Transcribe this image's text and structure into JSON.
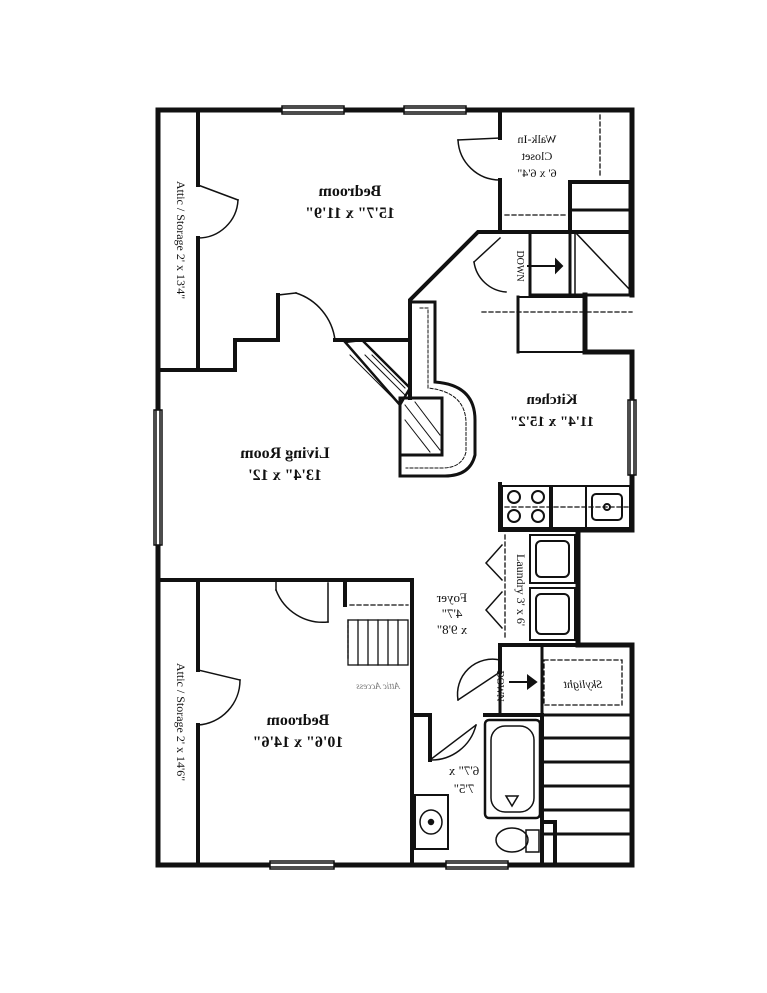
{
  "rooms": {
    "bedroom_top": {
      "name": "Bedroom",
      "size": "15'7\" x 11'9\""
    },
    "walk_in_closet": {
      "line1": "Walk-In",
      "line2": "Closet",
      "line3": "6' x 6'4\""
    },
    "living_room": {
      "name": "Living Room",
      "size": "13'4\" x 12'"
    },
    "kitchen": {
      "name": "Kitchen",
      "size": "11'4\" x 15'2\""
    },
    "bedroom_bottom": {
      "name": "Bedroom",
      "size": "10'6\" x 14'6\""
    },
    "foyer": {
      "name": "Foyer",
      "line2": "4'7\"",
      "line3": "x 9'8\""
    },
    "laundry": {
      "text": "Laundry 3' x 6'"
    },
    "bath": {
      "line1": "6'7\" x",
      "line2": "7'5\""
    },
    "attic_top": {
      "text": "Attic / Storage 2' x 13'4\""
    },
    "attic_bottom": {
      "text": "Attic / Storage 2' x 14'6\""
    },
    "attic_access": {
      "text": "Attic Access"
    },
    "skylight": {
      "text": "Skylight"
    },
    "stair_top": {
      "text": "DOWN"
    },
    "stair_bottom": {
      "text": "DOWN"
    }
  },
  "style": {
    "wall_color": "#111111",
    "background": "#ffffff"
  }
}
